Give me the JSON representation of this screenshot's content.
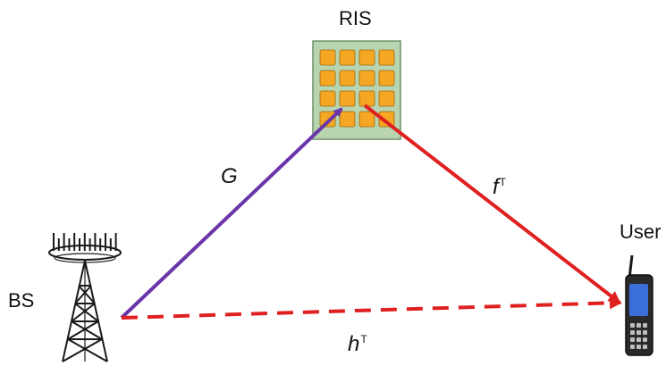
{
  "nodes": {
    "ris": {
      "label": "RIS"
    },
    "bs": {
      "label": "BS"
    },
    "user": {
      "label": "User"
    }
  },
  "links": {
    "bs_ris": {
      "label": "G",
      "color": "#6a35a8",
      "style": "solid"
    },
    "ris_user": {
      "label": "f",
      "superscript": "T",
      "color": "#e02020",
      "style": "solid"
    },
    "bs_user": {
      "label": "h",
      "superscript": "T",
      "color": "#e02020",
      "style": "dashed"
    }
  },
  "colors": {
    "ris_panel": "#b8d5b0",
    "ris_element": "#f5a623",
    "tower": "#1a1a1a",
    "phone_body": "#2a2a2a",
    "phone_screen": "#3b6fd9"
  }
}
